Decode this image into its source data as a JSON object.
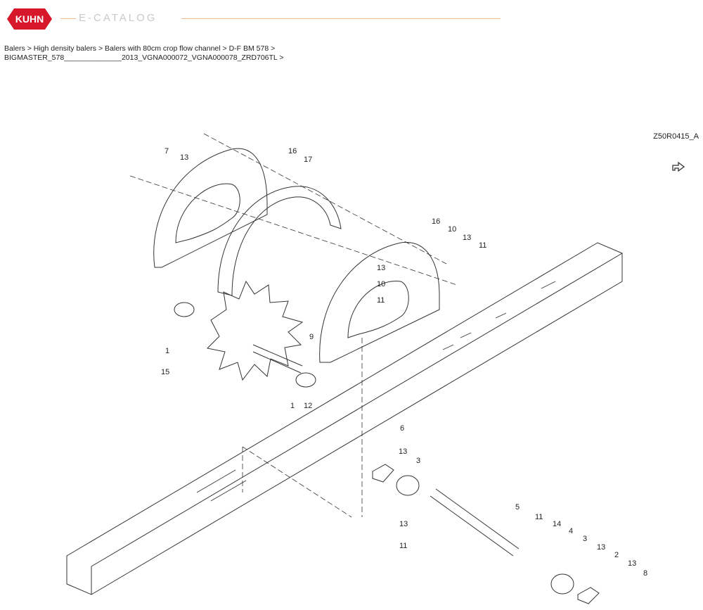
{
  "header": {
    "brand": "KUHN",
    "catalog_title": "E-CATALOG",
    "brand_color": "#d7182a"
  },
  "breadcrumb": {
    "items": [
      "Balers",
      "High density balers",
      "Balers with 80cm crop flow channel",
      "D-F BM 578",
      "BIGMASTER_578______________2013_VGNA000072_VGNA000078_ZRD706TL"
    ],
    "separator": ">"
  },
  "diagram": {
    "code": "Z50R0415_A",
    "share_icon": "share-icon",
    "callouts": [
      "7",
      "13",
      "16",
      "17",
      "16",
      "10",
      "13",
      "11",
      "13",
      "10",
      "11",
      "1",
      "9",
      "15",
      "1",
      "12",
      "6",
      "13",
      "3",
      "13",
      "11",
      "5",
      "11",
      "14",
      "4",
      "3",
      "13",
      "2",
      "13",
      "8"
    ]
  }
}
